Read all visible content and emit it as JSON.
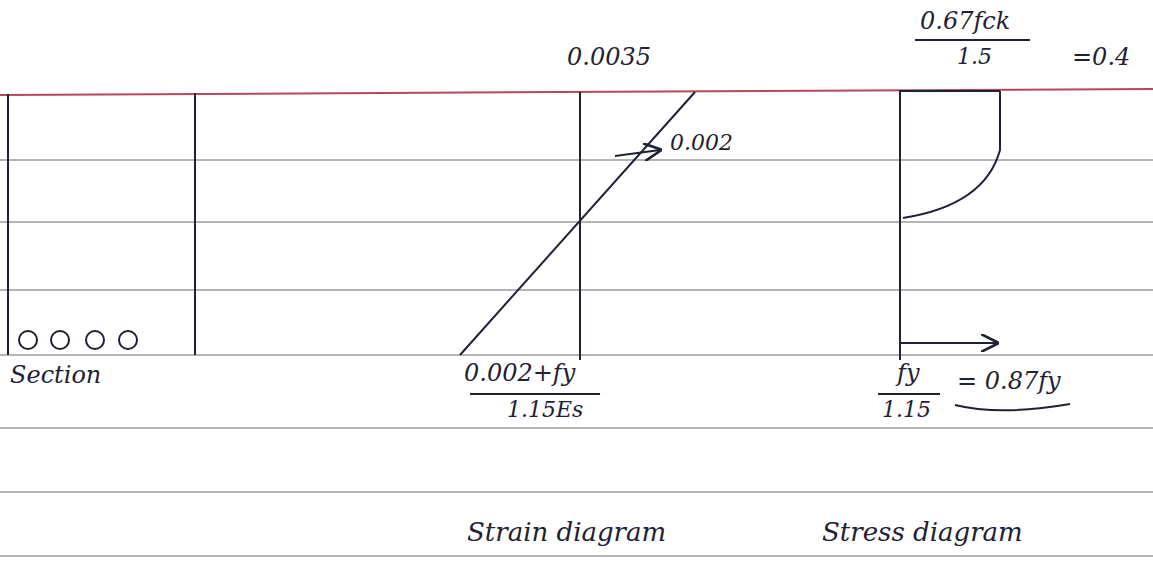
{
  "diagram": {
    "labels": [
      "0.0035",
      "0.002",
      "0.002+fy",
      "1.15Es",
      "0.67fck",
      "1.5",
      "=0.4",
      "Section",
      "fy",
      "1.15",
      "= 0.87fy",
      "Strain diagram",
      "Stress diagram"
    ]
  }
}
